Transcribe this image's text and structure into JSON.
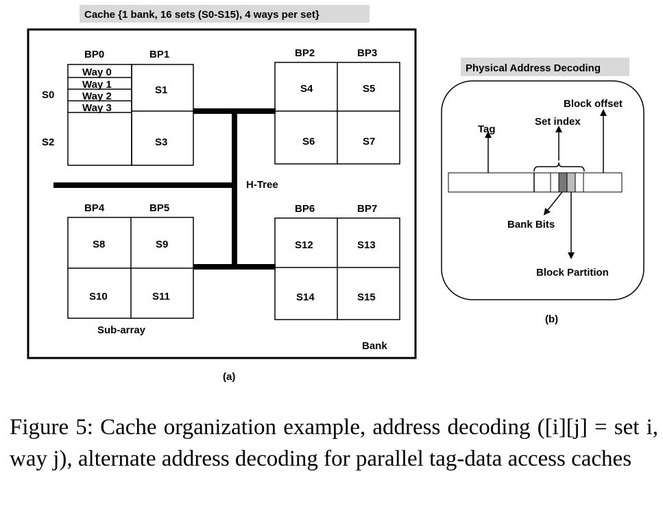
{
  "panel_a": {
    "title": "Cache {1 bank, 16 sets (S0-S15), 4 ways per set}",
    "partitions": [
      "BP0",
      "BP1",
      "BP2",
      "BP3",
      "BP4",
      "BP5",
      "BP6",
      "BP7"
    ],
    "ways": [
      "Way 0",
      "Way 1",
      "Way 2",
      "Way 3"
    ],
    "sets": [
      "S0",
      "S1",
      "S2",
      "S3",
      "S4",
      "S5",
      "S6",
      "S7",
      "S8",
      "S9",
      "S10",
      "S11",
      "S12",
      "S13",
      "S14",
      "S15"
    ],
    "htree_label": "H-Tree",
    "subarray_label": "Sub-array",
    "bank_label": "Bank",
    "panel_label": "(a)"
  },
  "panel_b": {
    "title": "Physical Address Decoding",
    "tag_label": "Tag",
    "set_index_label": "Set index",
    "block_offset_label": "Block offset",
    "bank_bits_label": "Bank Bits",
    "block_partition_label": "Block Partition",
    "panel_label": "(b)"
  },
  "caption": "Figure 5: Cache organization example, address decoding ([i][j] = set i, way j), alternate address decoding for parallel tag-data access caches",
  "colors": {
    "title_bg": "#d9d9d9",
    "bank_bits_fill": "#777777",
    "partition_bit_fill": "#bdbdbd"
  }
}
